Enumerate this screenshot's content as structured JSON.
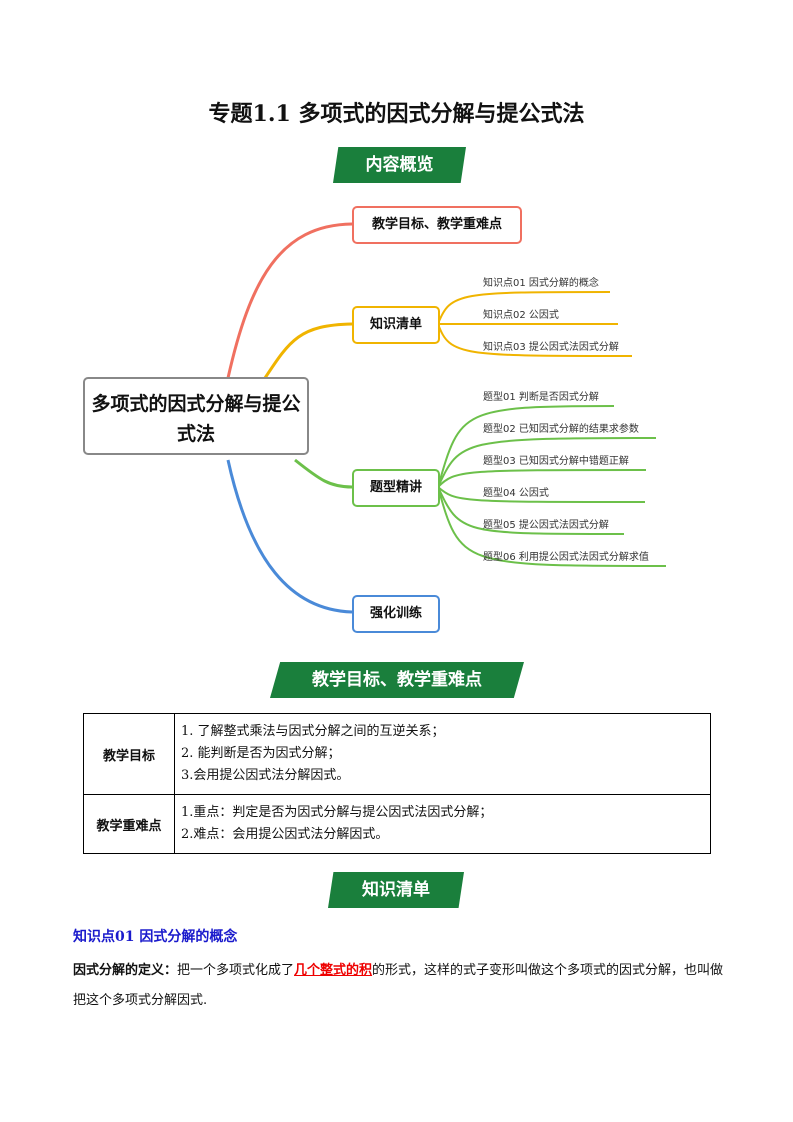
{
  "title": "专题1.1  多项式的因式分解与提公式法",
  "banners": {
    "overview": "内容概览",
    "goals": "教学目标、教学重难点",
    "knowledge": "知识清单"
  },
  "mindmap": {
    "center": "多项式的因式分解与提公式法",
    "branches": [
      {
        "label": "教学目标、教学重难点",
        "color": "#f07060",
        "leaves": []
      },
      {
        "label": "知识清单",
        "color": "#f0b400",
        "leaves": [
          "知识点01 因式分解的概念",
          "知识点02 公因式",
          "知识点03 提公因式法因式分解"
        ]
      },
      {
        "label": "题型精讲",
        "color": "#6cc04a",
        "leaves": [
          "题型01  判断是否因式分解",
          "题型02  已知因式分解的结果求参数",
          "题型03  已知因式分解中错题正解",
          "题型04  公因式",
          "题型05  提公因式法因式分解",
          "题型06  利用提公因式法因式分解求值"
        ]
      },
      {
        "label": "强化训练",
        "color": "#4a8ad8",
        "leaves": []
      }
    ]
  },
  "table": {
    "rows": [
      {
        "head": "教学目标",
        "lines": [
          "1. 了解整式乘法与因式分解之间的互逆关系；",
          "2. 能判断是否为因式分解；",
          "3.会用提公因式法分解因式。"
        ]
      },
      {
        "head": "教学重难点",
        "lines": [
          "1.重点：判定是否为因式分解与提公因式法因式分解；",
          "2.难点：会用提公因式法分解因式。"
        ]
      }
    ]
  },
  "knowledge": {
    "heading": "知识点01  因式分解的概念",
    "def_label": "因式分解的定义：",
    "def_pre": "把一个多项式化成了",
    "def_highlight": "几个整式的积",
    "def_post": "的形式，这样的式子变形叫做这个多项式的因式分解，也叫做把这个多项式分解因式."
  }
}
